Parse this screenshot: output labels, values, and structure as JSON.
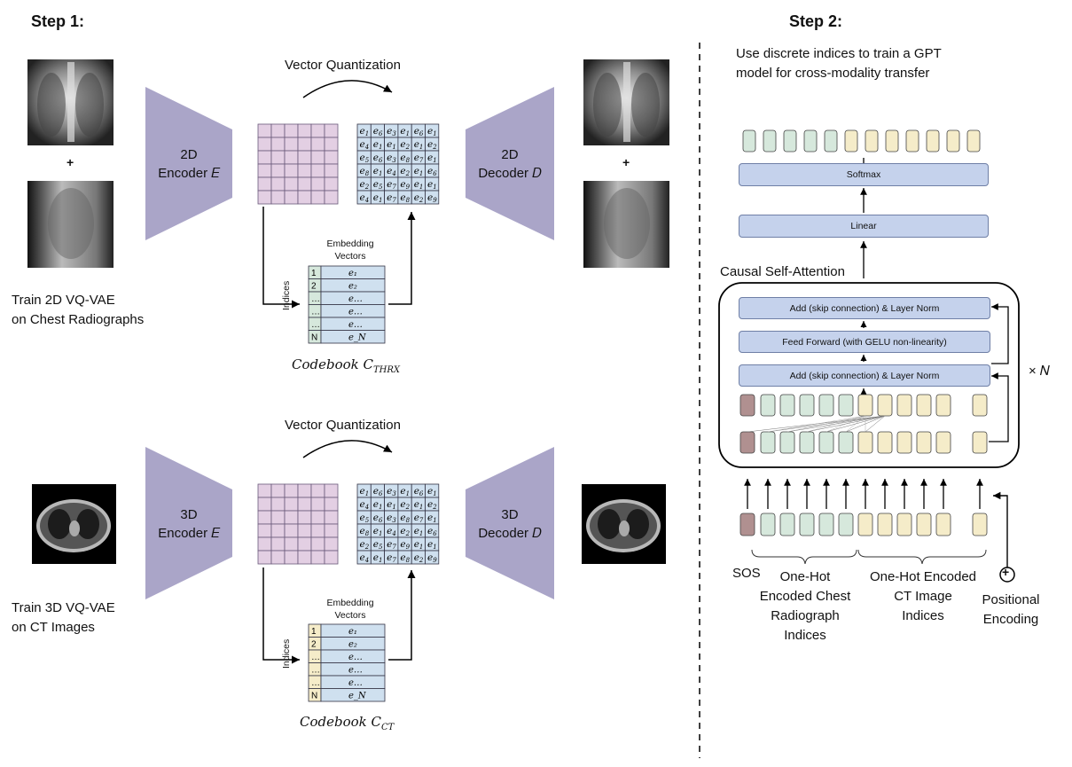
{
  "step1": {
    "title": "Step 1:",
    "row2d": {
      "vq_label": "Vector Quantization",
      "encoder": [
        "2D",
        "Encoder 𝐸"
      ],
      "decoder": [
        "2D",
        "Decoder 𝐷"
      ],
      "plus": "+",
      "caption": [
        "Train 2D VQ-VAE",
        "on Chest Radiographs"
      ],
      "codebook_header": [
        "Embedding",
        "Vectors"
      ],
      "codebook_indices": [
        "1",
        "2",
        "…",
        "…",
        "…",
        "N"
      ],
      "codebook_vectors": [
        "e₁",
        "e₂",
        "e…",
        "e…",
        "e…",
        "e_N"
      ],
      "indices_label": "Indices",
      "codebook_caption": "Codebook 𝐶",
      "codebook_sub": "THRX",
      "grid": [
        [
          "e1",
          "e6",
          "e3",
          "e1",
          "e6",
          "e1"
        ],
        [
          "e4",
          "e1",
          "e1",
          "e2",
          "e1",
          "e2"
        ],
        [
          "e5",
          "e6",
          "e3",
          "e8",
          "e7",
          "e1"
        ],
        [
          "e8",
          "e1",
          "e4",
          "e2",
          "e1",
          "e6"
        ],
        [
          "e2",
          "e5",
          "e7",
          "e9",
          "e1",
          "e1"
        ],
        [
          "e4",
          "e1",
          "e7",
          "e8",
          "e2",
          "e9"
        ]
      ]
    },
    "row3d": {
      "vq_label": "Vector Quantization",
      "encoder": [
        "3D",
        "Encoder 𝐸"
      ],
      "decoder": [
        "3D",
        "Decoder 𝐷"
      ],
      "caption": [
        "Train 3D VQ-VAE",
        "on CT Images"
      ],
      "codebook_header": [
        "Embedding",
        "Vectors"
      ],
      "codebook_indices": [
        "1",
        "2",
        "…",
        "…",
        "…",
        "N"
      ],
      "codebook_vectors": [
        "e₁",
        "e₂",
        "e…",
        "e…",
        "e…",
        "e_N"
      ],
      "indices_label": "Indices",
      "codebook_caption": "Codebook 𝐶",
      "codebook_sub": "CT",
      "grid": [
        [
          "e1",
          "e6",
          "e3",
          "e1",
          "e6",
          "e1"
        ],
        [
          "e4",
          "e1",
          "e1",
          "e2",
          "e1",
          "e2"
        ],
        [
          "e5",
          "e6",
          "e3",
          "e8",
          "e7",
          "e1"
        ],
        [
          "e8",
          "e1",
          "e4",
          "e2",
          "e1",
          "e6"
        ],
        [
          "e2",
          "e5",
          "e7",
          "e9",
          "e1",
          "e1"
        ],
        [
          "e4",
          "e1",
          "e7",
          "e8",
          "e2",
          "e9"
        ]
      ]
    }
  },
  "step2": {
    "title": "Step 2:",
    "subtitle": [
      "Use discrete indices to train a GPT",
      "model for cross-modality transfer"
    ],
    "softmax": "Softmax",
    "linear": "Linear",
    "attention_label": "Causal Self-Attention",
    "add_norm_top": "Add (skip connection) & Layer Norm",
    "feed_forward": "Feed Forward (with GELU non-linearity)",
    "add_norm_bottom": "Add (skip connection) & Layer Norm",
    "repeat": "× 𝑁",
    "sos": "SOS",
    "group_chest": [
      "One-Hot",
      "Encoded Chest",
      "Radiograph",
      "Indices"
    ],
    "group_ct": [
      "One-Hot Encoded",
      "CT Image",
      "Indices"
    ],
    "positional": [
      "Positional",
      "Encoding"
    ],
    "positional_symbol": "+"
  },
  "colors": {
    "trapezoid": "#aaa5c8",
    "grid_cell": "#e3cfe3",
    "blue_cell": "#cfe0ef",
    "green_token": "#d6e8dc",
    "yellow_token": "#f5ecc9",
    "brown_token": "#b09090",
    "layer_box": "#c5d2ec"
  }
}
